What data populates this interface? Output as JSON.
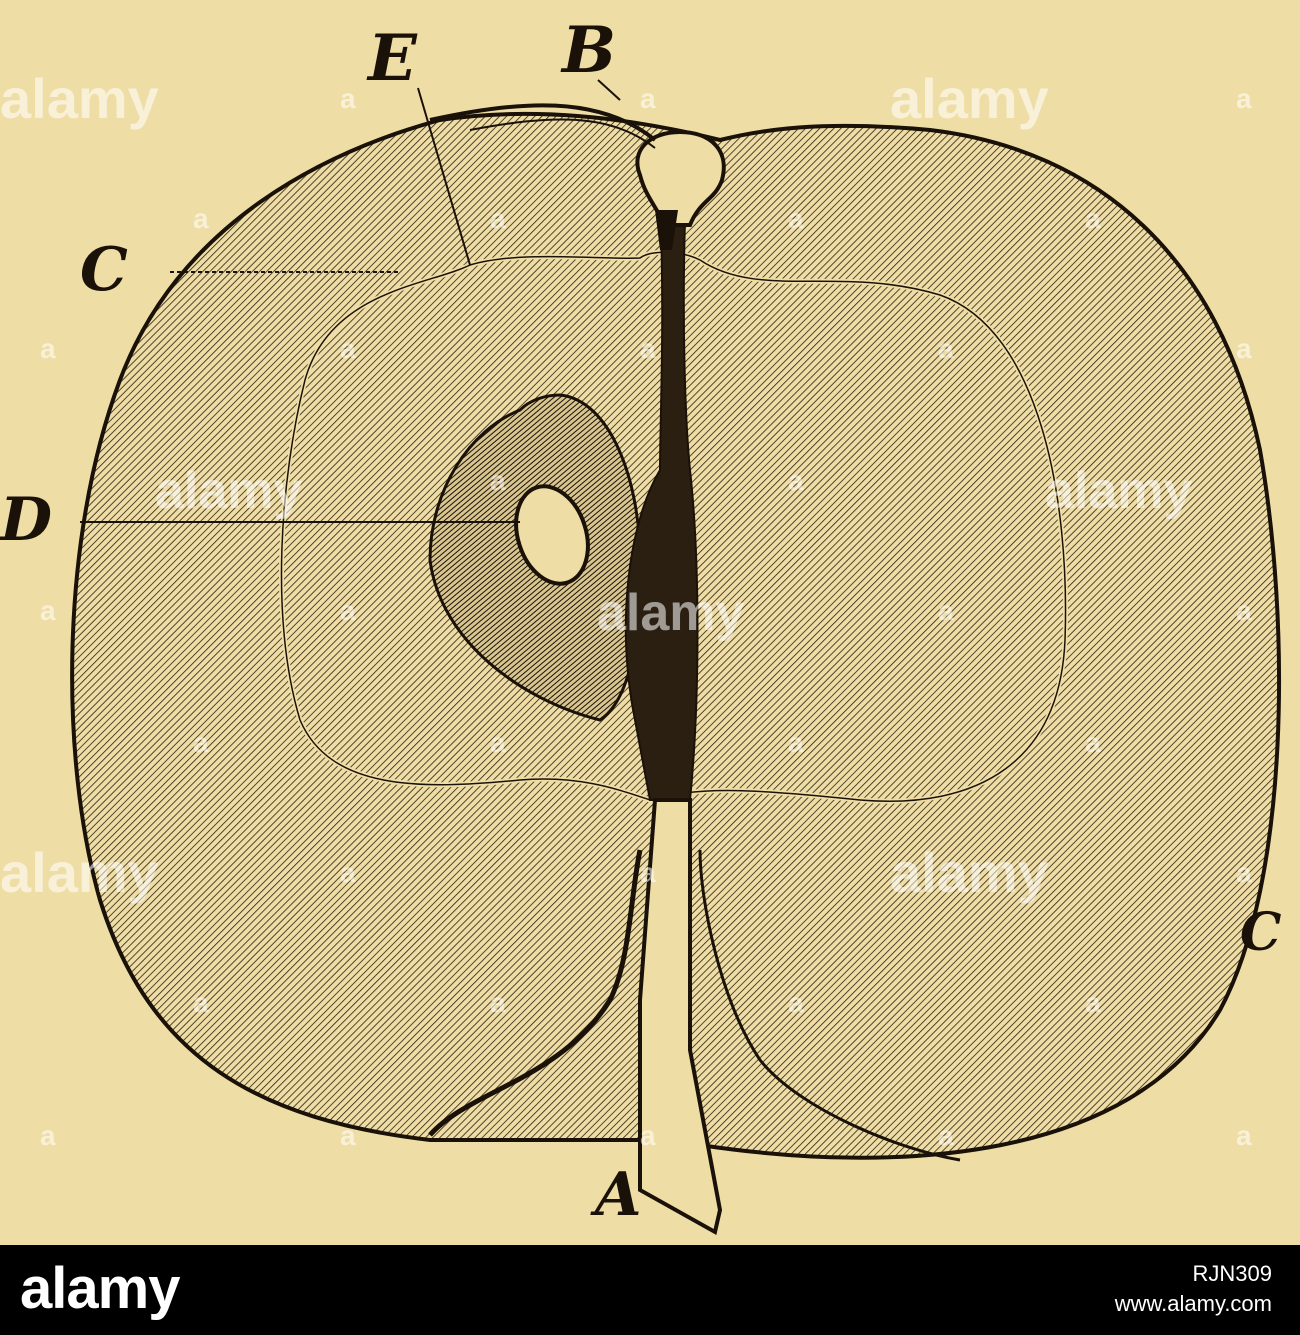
{
  "figure": {
    "labels": {
      "E": "E",
      "B": "B",
      "C_left": "C",
      "D": "D",
      "C_right": "C",
      "A": "A"
    }
  },
  "watermark": {
    "text": "alamy",
    "repeat_glyph": "a"
  },
  "footer": {
    "logo": "alamy",
    "image_id": "RJN309",
    "url": "www.alamy.com"
  },
  "colors": {
    "paper": "#efdda6",
    "ink": "#1a1208",
    "footer_bg": "#000000",
    "footer_text": "#ffffff"
  }
}
